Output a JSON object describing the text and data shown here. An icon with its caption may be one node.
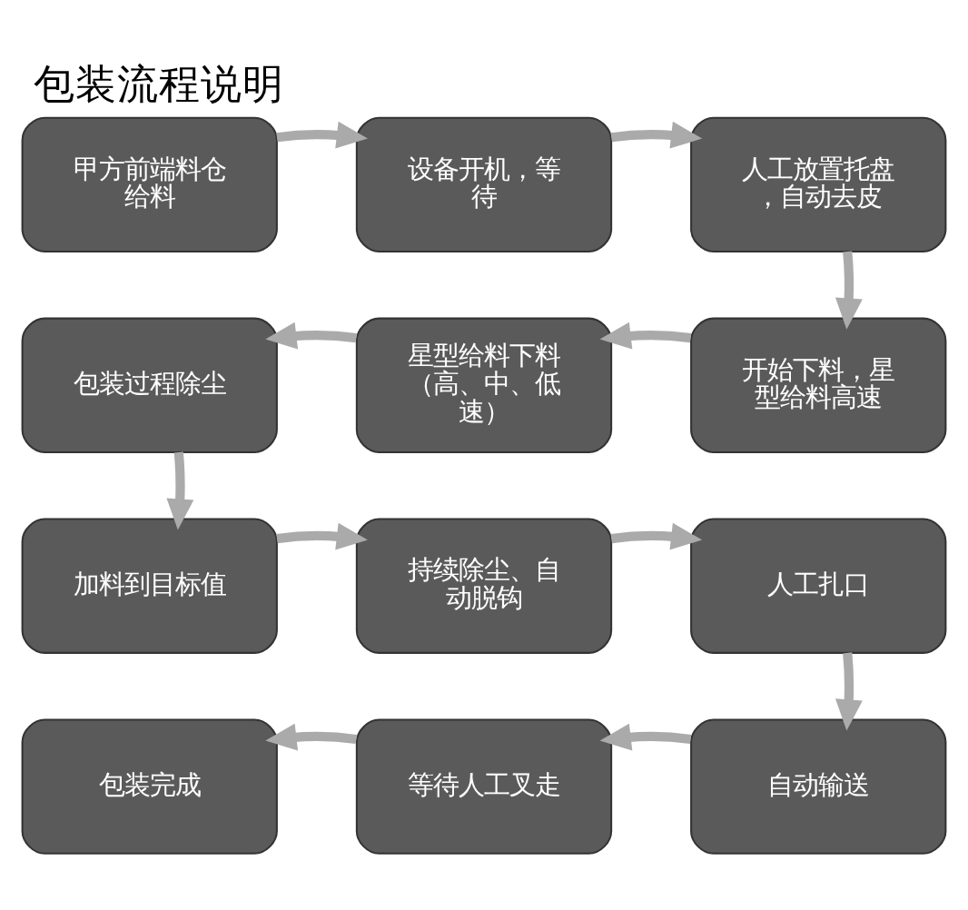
{
  "diagram": {
    "title": "包装流程说明",
    "nodes": [
      {
        "text": [
          "甲方前端料仓给料"
        ]
      },
      {
        "text": [
          "设备开机，等待"
        ]
      },
      {
        "text": [
          "人工放置托盘，自动去皮"
        ]
      },
      {
        "text": [
          "包装过程除尘"
        ]
      },
      {
        "text": [
          "星型给料下料（高、中、低速）"
        ]
      },
      {
        "text": [
          "开始下料，星型给料高速"
        ]
      },
      {
        "text": [
          "加料到目标值"
        ]
      },
      {
        "text": [
          "持续除尘、自动脱钩"
        ]
      },
      {
        "text": [
          "人工扎口"
        ]
      },
      {
        "text": [
          "包装完成"
        ]
      },
      {
        "text": [
          "等待人工叉走"
        ]
      },
      {
        "text": [
          "自动输送"
        ]
      }
    ],
    "edges": [
      {
        "from": 0,
        "to": 1,
        "arrow": "to"
      },
      {
        "from": 1,
        "to": 2,
        "arrow": "to"
      },
      {
        "from": 2,
        "to": 5,
        "arrow": "to"
      },
      {
        "from": 5,
        "to": 4,
        "arrow": "to"
      },
      {
        "from": 4,
        "to": 3,
        "arrow": "to"
      },
      {
        "from": 3,
        "to": 6,
        "arrow": "to"
      },
      {
        "from": 6,
        "to": 7,
        "arrow": "to"
      },
      {
        "from": 7,
        "to": 8,
        "arrow": "to"
      },
      {
        "from": 8,
        "to": 11,
        "arrow": "to"
      },
      {
        "from": 11,
        "to": 10,
        "arrow": "to"
      },
      {
        "from": 10,
        "to": 9,
        "arrow": "to"
      }
    ]
  }
}
